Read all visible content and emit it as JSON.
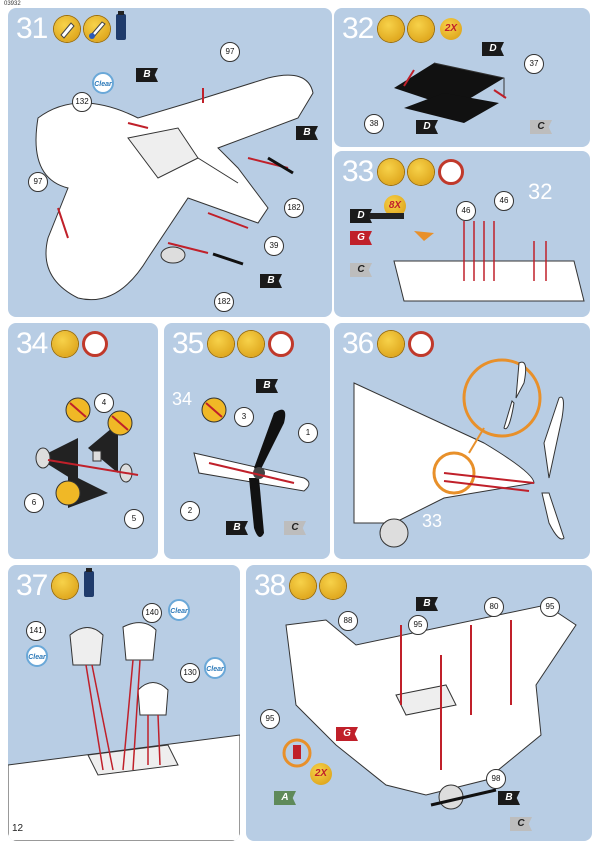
{
  "doc_code": "03932",
  "page_number": "12",
  "steps": [
    {
      "number": "31"
    },
    {
      "number": "32"
    },
    {
      "number": "33"
    },
    {
      "number": "34"
    },
    {
      "number": "35"
    },
    {
      "number": "36"
    },
    {
      "number": "37"
    },
    {
      "number": "38"
    }
  ],
  "part_numbers": {
    "p31": [
      "97",
      "132",
      "97",
      "182",
      "39",
      "182"
    ],
    "p32": [
      "37",
      "38"
    ],
    "p33": [
      "46",
      "46",
      "32"
    ],
    "p34": [
      "4",
      "6",
      "5"
    ],
    "p35": [
      "34",
      "3",
      "1",
      "2"
    ],
    "p36": [
      "33"
    ],
    "p37": [
      "140",
      "141",
      "130"
    ],
    "p38": [
      "88",
      "95",
      "80",
      "95",
      "95",
      "98"
    ]
  },
  "multipliers": {
    "p32": "2X",
    "p33": "8X",
    "p38": "2X"
  },
  "clear_label": "Clear",
  "paint_codes": {
    "B": "B",
    "C": "C",
    "D": "D",
    "G": "G",
    "A": "A"
  },
  "colors": {
    "panel": "#b8cde4",
    "arrow": "#c0202a",
    "orange": "#e8902a"
  }
}
